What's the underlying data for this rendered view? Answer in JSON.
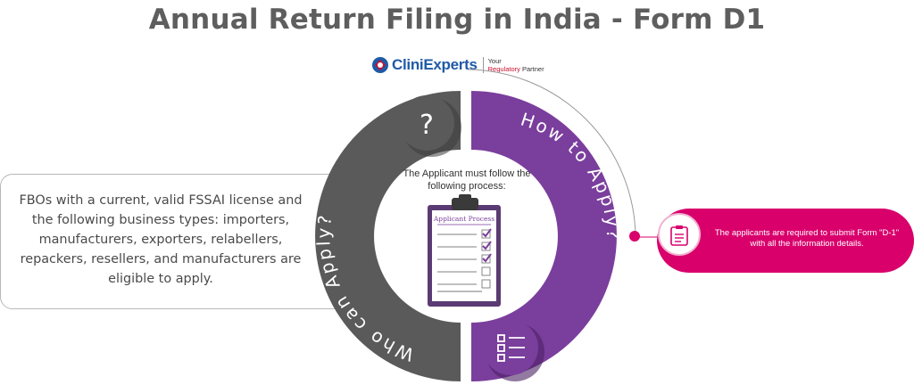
{
  "title": "Annual Return Filing in India - Form D1",
  "logo": {
    "name_part1": "Clini",
    "name_part2": "Experts",
    "tag_line1": "Your",
    "tag_line2_red": "Regulatory",
    "tag_line2_rest": " Partner"
  },
  "left_arc": {
    "label": "Who can Apply?",
    "icon": "question-mark-icon",
    "color": "#5a5a5a"
  },
  "right_arc": {
    "label": "How to Apply?",
    "icon": "checklist-icon",
    "color": "#7a3e9d"
  },
  "eligibility_text": "FBOs with a current, valid FSSAI license and the following business types: importers, manufacturers, exporters, relabellers, repackers, resellers, and manufacturers are eligible to apply.",
  "center": {
    "caption": "The Applicant must follow the following process:",
    "clipboard_title": "Applicant Process",
    "checklist": [
      true,
      true,
      true,
      false,
      false
    ]
  },
  "callout": {
    "icon": "clipboard-icon",
    "text": "The applicants are required to submit Form \"D-1\" with all the information details.",
    "color": "#d9006c"
  }
}
